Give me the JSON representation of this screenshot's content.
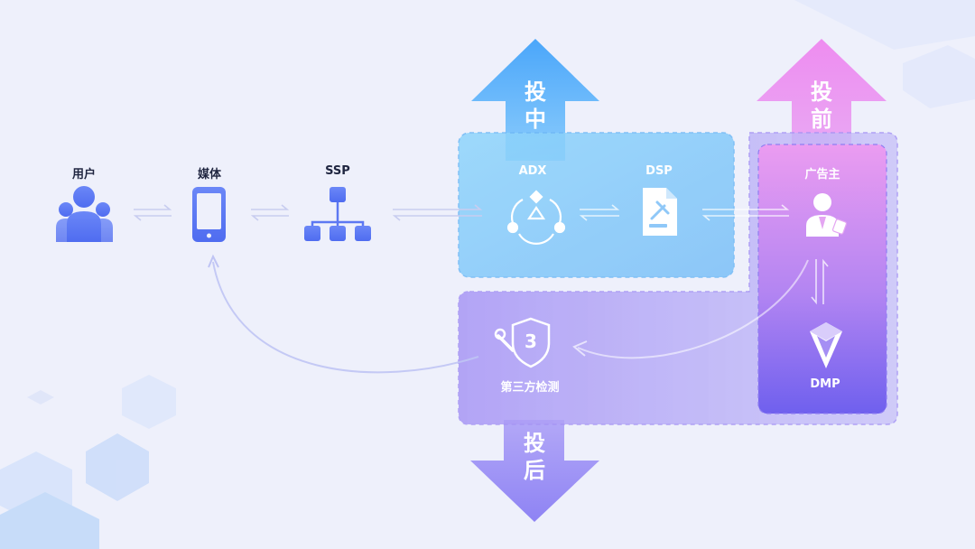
{
  "nodes": {
    "user": "用户",
    "media": "媒体",
    "ssp": "SSP",
    "adx": "ADX",
    "dsp": "DSP",
    "advertiser": "广告主",
    "third_party": "第三方检测",
    "dmp": "DMP"
  },
  "phases": {
    "during": [
      "投",
      "中"
    ],
    "before": [
      "投",
      "前"
    ],
    "after": [
      "投",
      "后"
    ]
  },
  "badges": {
    "third_party_number": "3"
  },
  "colors": {
    "background": "#eef0fb",
    "icon_blue": "#5b7cf5",
    "blue_zone": "#8fd0fb",
    "purple_zone": "#b3a6f7",
    "pink_zone": "#e59bf0",
    "arrow_blue": "#5cb3fb",
    "arrow_pink": "#ea8cf0",
    "arrow_purple": "#9a8ef6"
  },
  "icons": {
    "user": "users-icon",
    "media": "mobile-phone-icon",
    "ssp": "hierarchy-icon",
    "adx": "exchange-cycle-icon",
    "dsp": "auction-document-icon",
    "advertiser": "business-person-icon",
    "third_party": "shield-wrench-icon",
    "dmp": "diamond-icon"
  }
}
